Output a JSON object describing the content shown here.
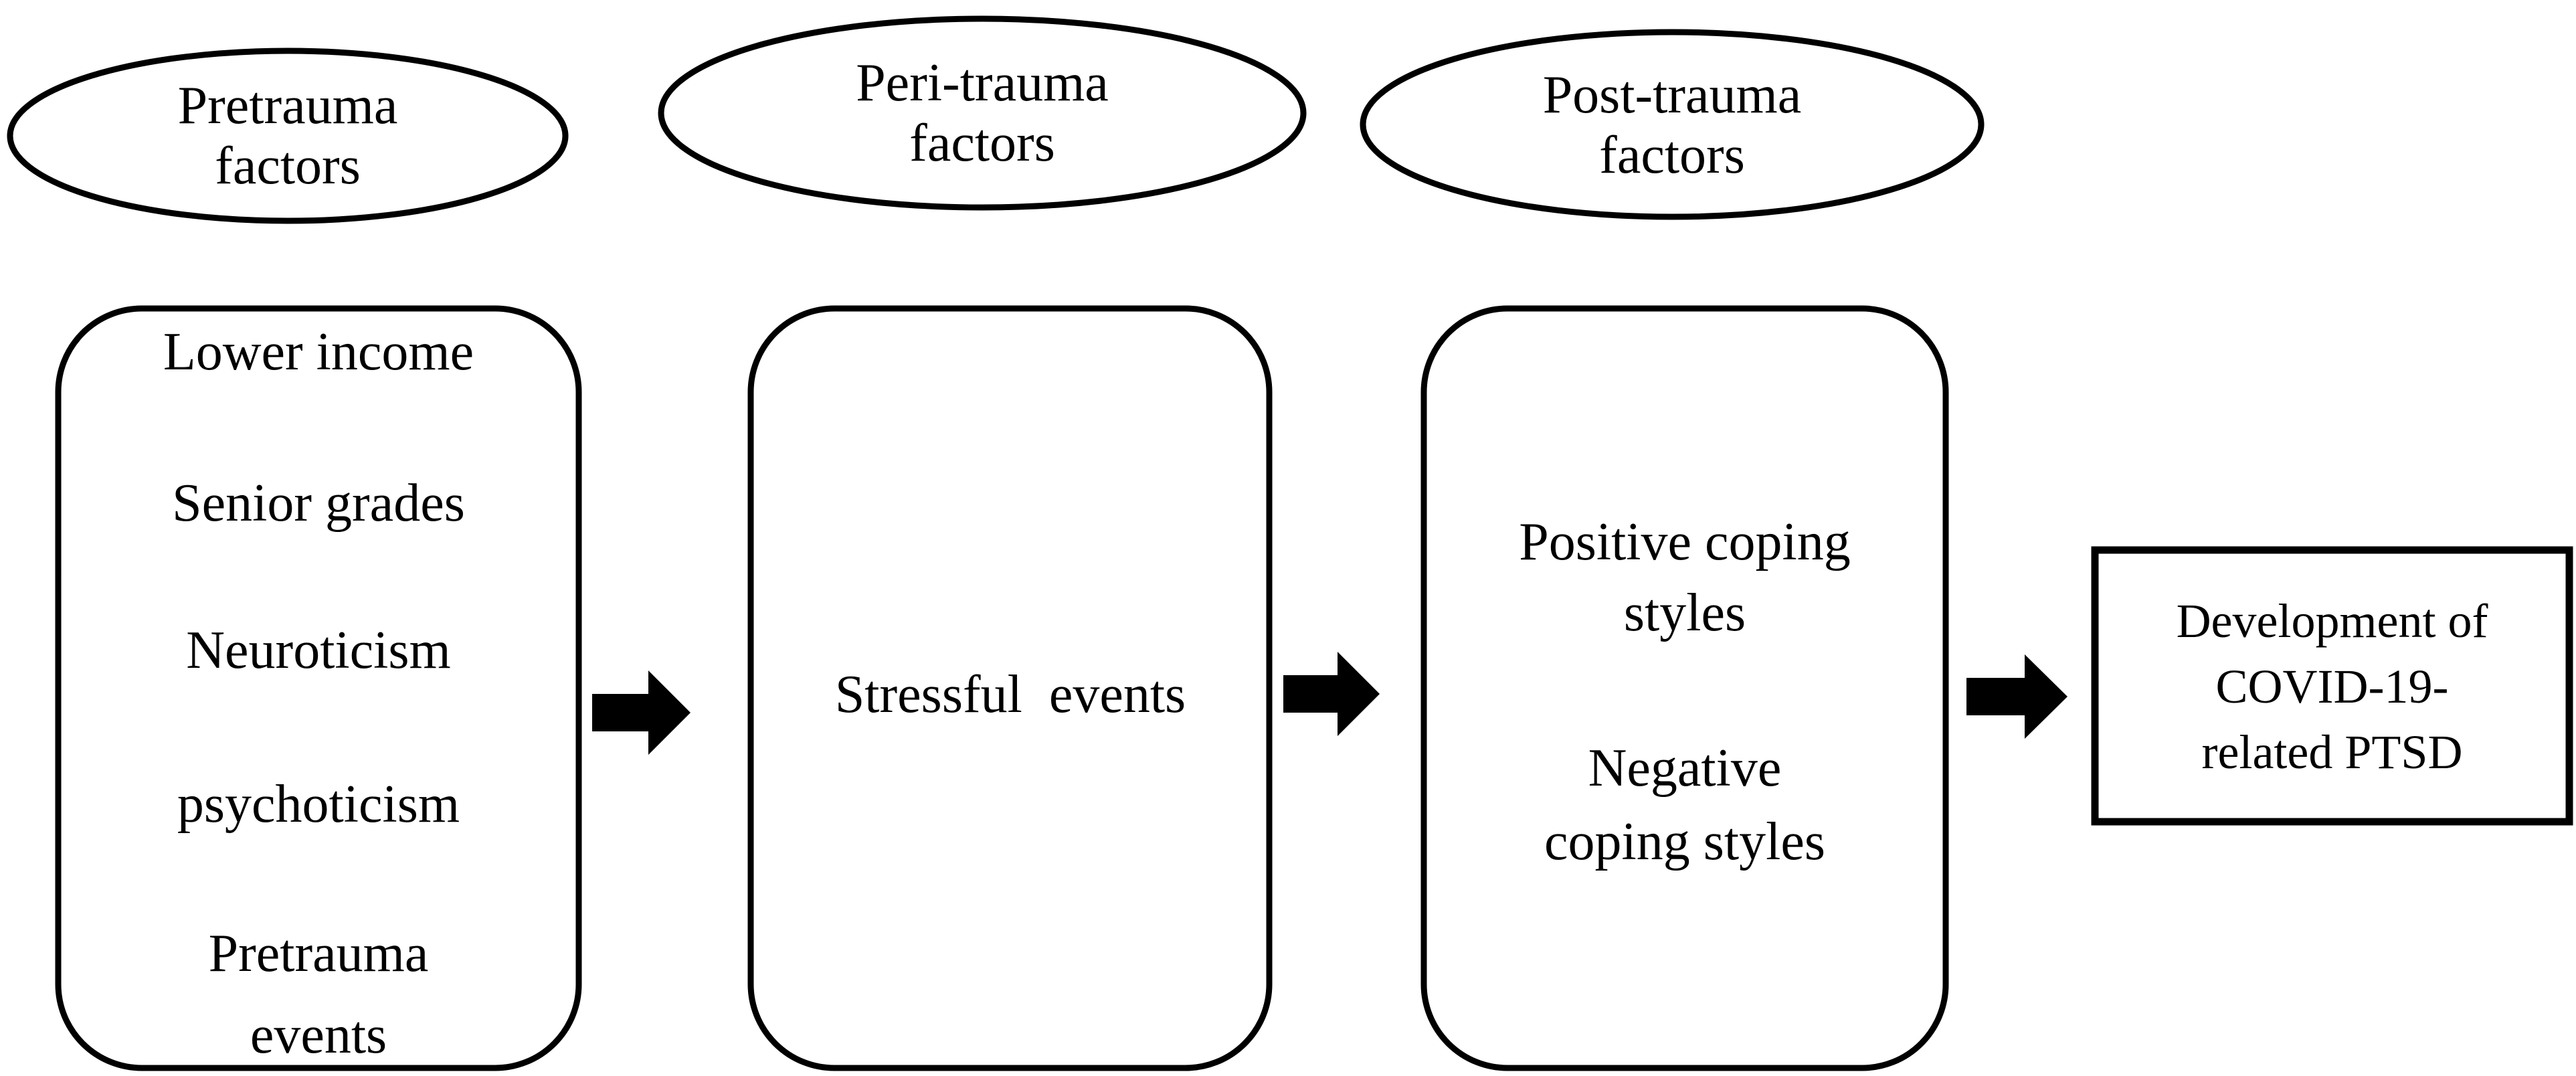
{
  "headers": [
    {
      "line1": "Pretrauma",
      "line2": "factors"
    },
    {
      "line1": "Peri-trauma",
      "line2": "factors"
    },
    {
      "line1": "Post-trauma",
      "line2": "factors"
    }
  ],
  "pretrauma_items": [
    "Lower income",
    "Senior grades",
    "Neuroticism",
    "psychoticism",
    "Pretrauma",
    "events"
  ],
  "peritrauma_items": [
    "Stressful  events"
  ],
  "posttrauma_items": [
    "Positive coping",
    "styles",
    "Negative",
    "coping styles"
  ],
  "outcome": {
    "line1": "Development of",
    "line2": "COVID-19-",
    "line3": "related PTSD"
  },
  "colors": {
    "stroke": "#000000",
    "arrow": "#000000",
    "background": "#ffffff"
  }
}
